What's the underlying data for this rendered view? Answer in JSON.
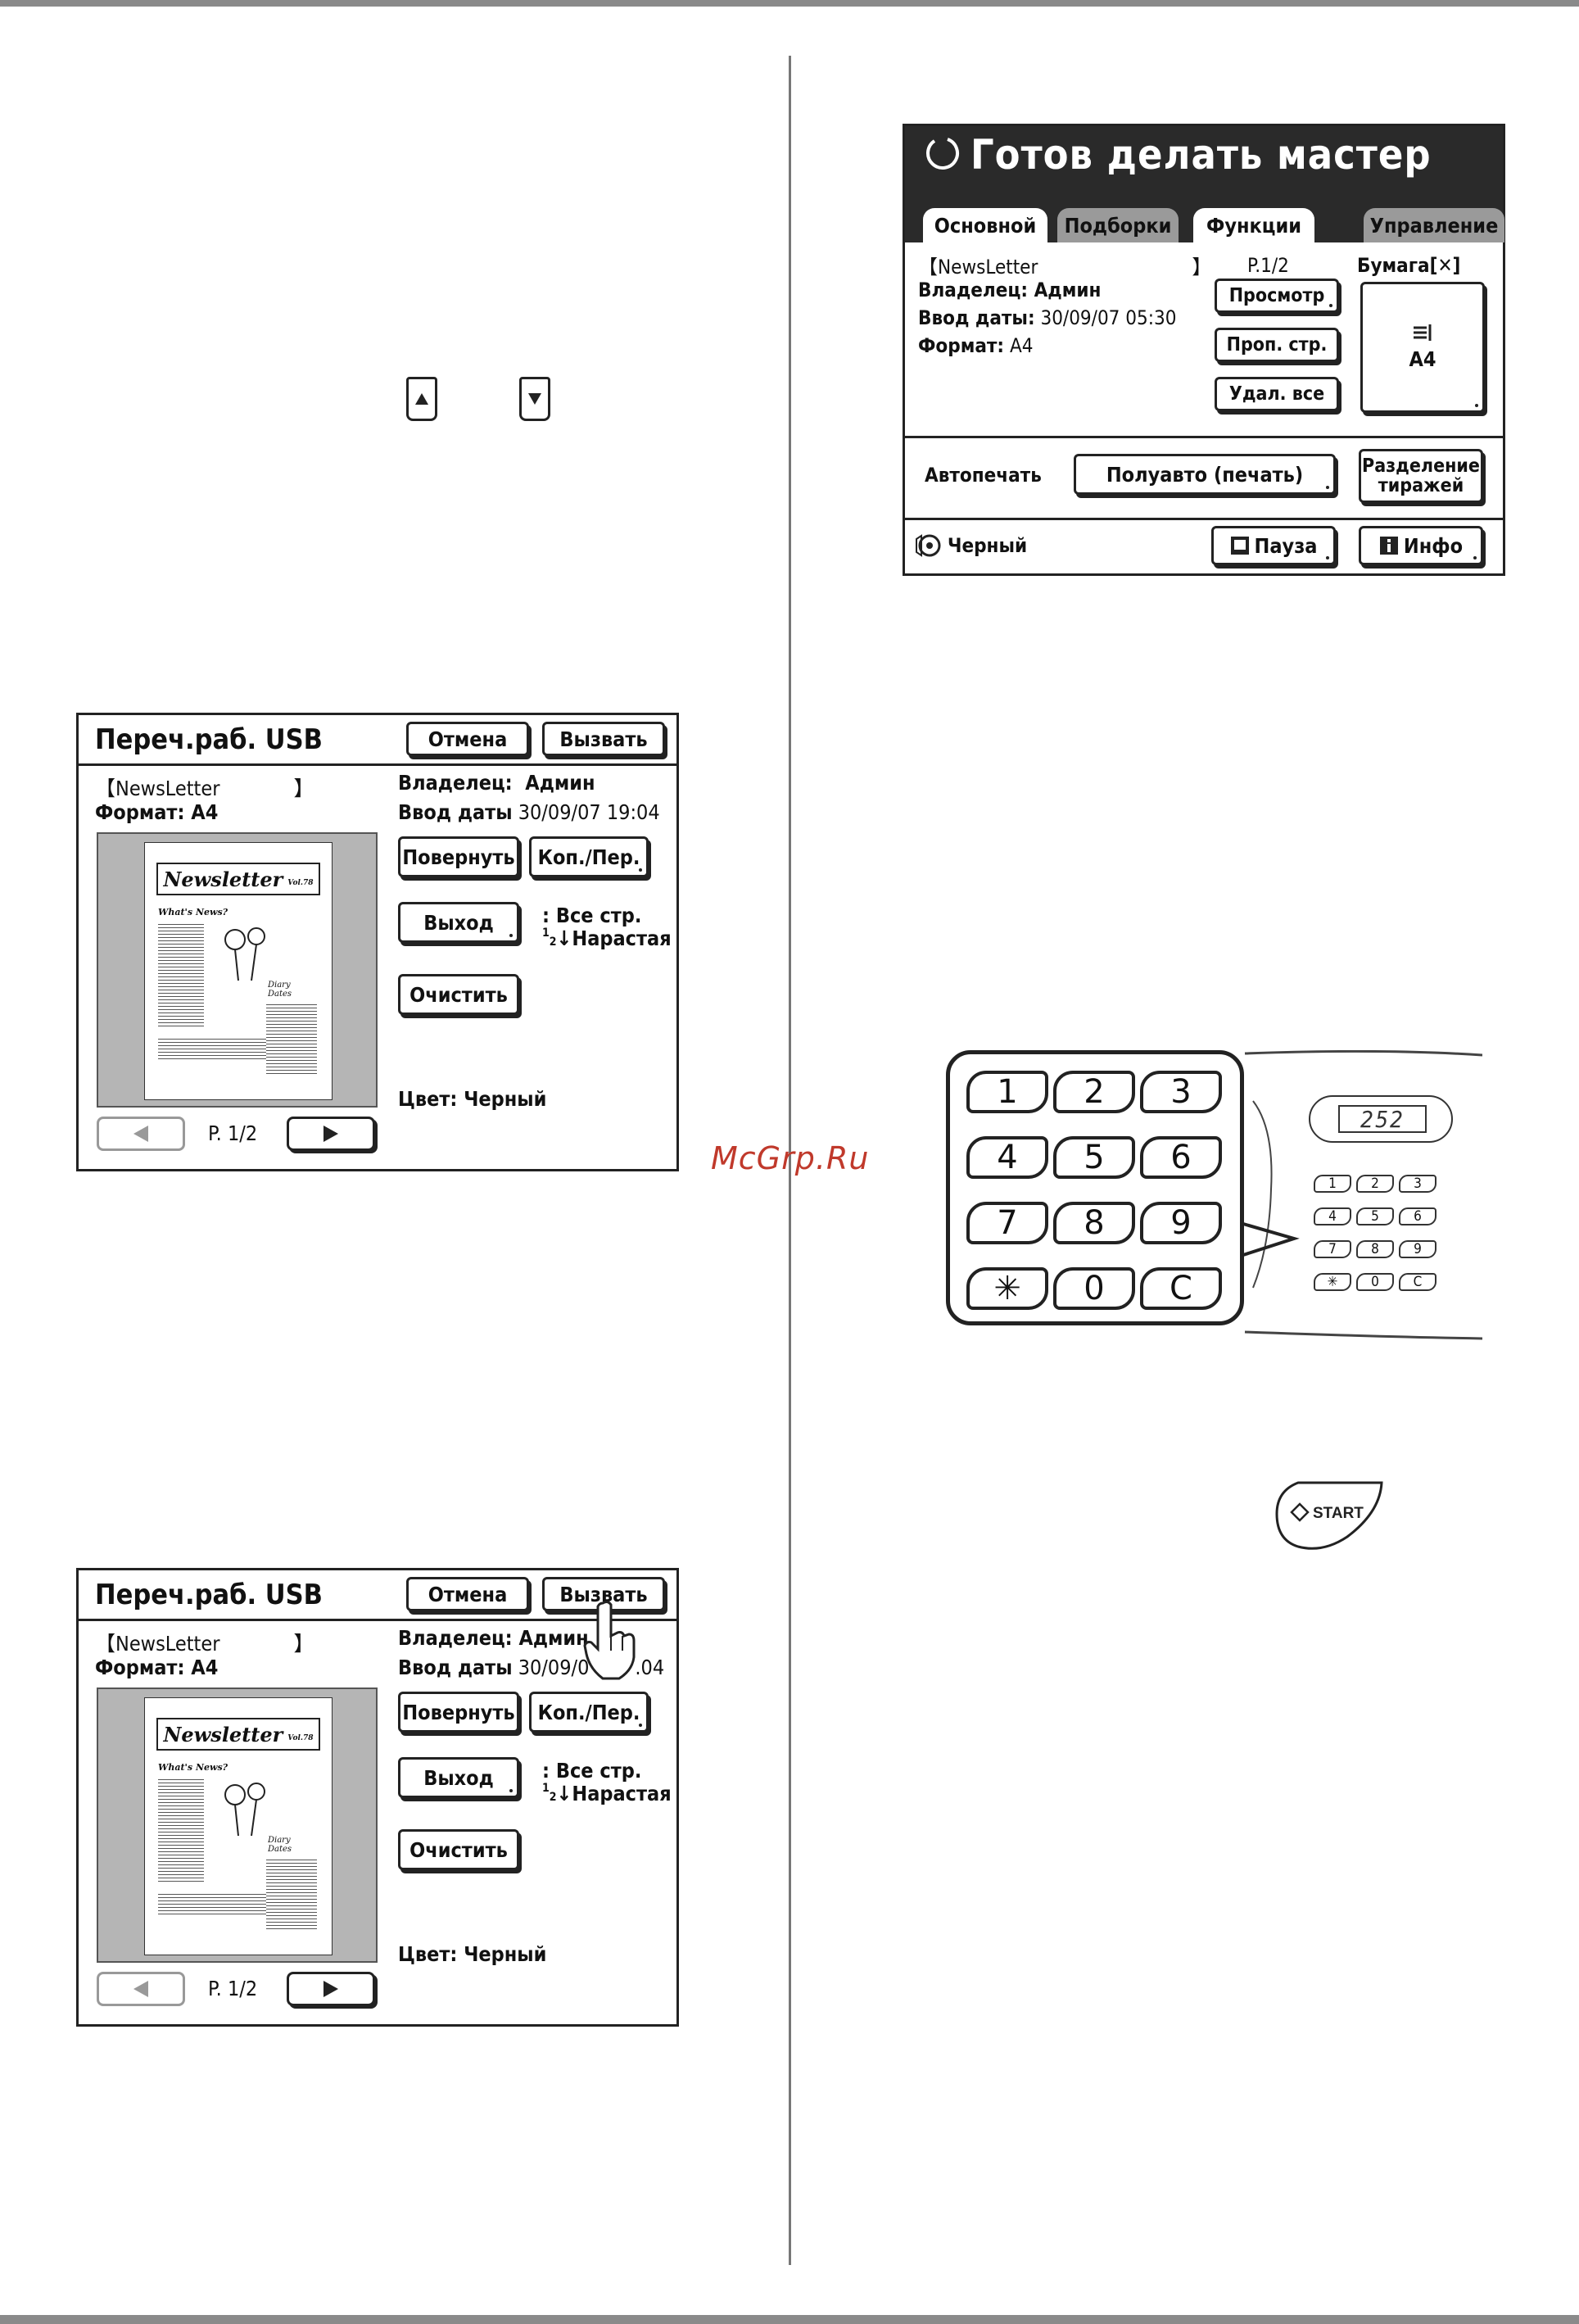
{
  "watermark": "McGrp.Ru",
  "arrow_keys": [
    {
      "icon": "triangle-up-icon"
    },
    {
      "icon": "triangle-down-icon"
    }
  ],
  "usb_panels": [
    {
      "title": "Переч.раб. USB",
      "cancel_label": "Отмена",
      "recall_label": "Вызвать",
      "job_name": "NewsLetter",
      "format_label": "Формат:",
      "format_value": "A4",
      "owner_label": "Владелец:",
      "owner_value": "Админ",
      "date_label": "Ввод даты",
      "date_value": "30/09/07  19:04",
      "rotate_label": "Повернуть",
      "copies_label": "Коп./Пер.",
      "exit_label": "Выход",
      "clear_label": "Очистить",
      "pages_label": ": Все стр.",
      "order_label": "Нарастая",
      "color_label": "Цвет:",
      "color_value": "Черный",
      "page_indicator": "P. 1/2",
      "preview": {
        "headline": "Newsletter",
        "volume": "Vol.78",
        "subhead": "What's News?",
        "side_title": "Diary Dates"
      }
    },
    {
      "title": "Переч.раб. USB",
      "cancel_label": "Отмена",
      "recall_label": "Вызвать",
      "job_name": "NewsLetter",
      "format_label": "Формат:",
      "format_value": "A4",
      "owner_label": "Владелец:",
      "owner_value": "Админ",
      "date_label": "Ввод даты",
      "date_value": "30/09/0",
      "date_tail": ".04",
      "rotate_label": "Повернуть",
      "copies_label": "Коп./Пер.",
      "exit_label": "Выход",
      "clear_label": "Очистить",
      "pages_label": ": Все стр.",
      "order_label": "Нарастая",
      "color_label": "Цвет:",
      "color_value": "Черный",
      "page_indicator": "P. 1/2",
      "preview": {
        "headline": "Newsletter",
        "volume": "Vol.78",
        "subhead": "What's News?",
        "side_title": "Diary Dates"
      }
    }
  ],
  "master_screen": {
    "title": "Готов делать мастер",
    "tabs": [
      "Основной",
      "Подборки",
      "Функции",
      "Управление"
    ],
    "active_tab": "Основной",
    "job_name": "NewsLetter",
    "owner_label": "Владелец:",
    "owner_value": "Админ",
    "date_label": "Ввод даты:",
    "date_value": "30/09/07 05:30",
    "format_label": "Формат:",
    "format_value": "A4",
    "page_indicator": "P.1/2",
    "preview_button": "Просмотр",
    "skip_page_button": "Проп. стр.",
    "delete_all_button": "Удал. все",
    "paper_label": "Бумага",
    "paper_value": "A4",
    "autoprint_label": "Автопечать",
    "autoprint_mode": "Полуавто (печать)",
    "separation_line1": "Разделение",
    "separation_line2": "тиражей",
    "ink_color": "Черный",
    "pause_button": "Пауза",
    "info_button": "Инфо"
  },
  "keypad": {
    "keys": [
      "1",
      "2",
      "3",
      "4",
      "5",
      "6",
      "7",
      "8",
      "9",
      "✳",
      "0",
      "C"
    ],
    "display": "252"
  },
  "start_button": "START"
}
